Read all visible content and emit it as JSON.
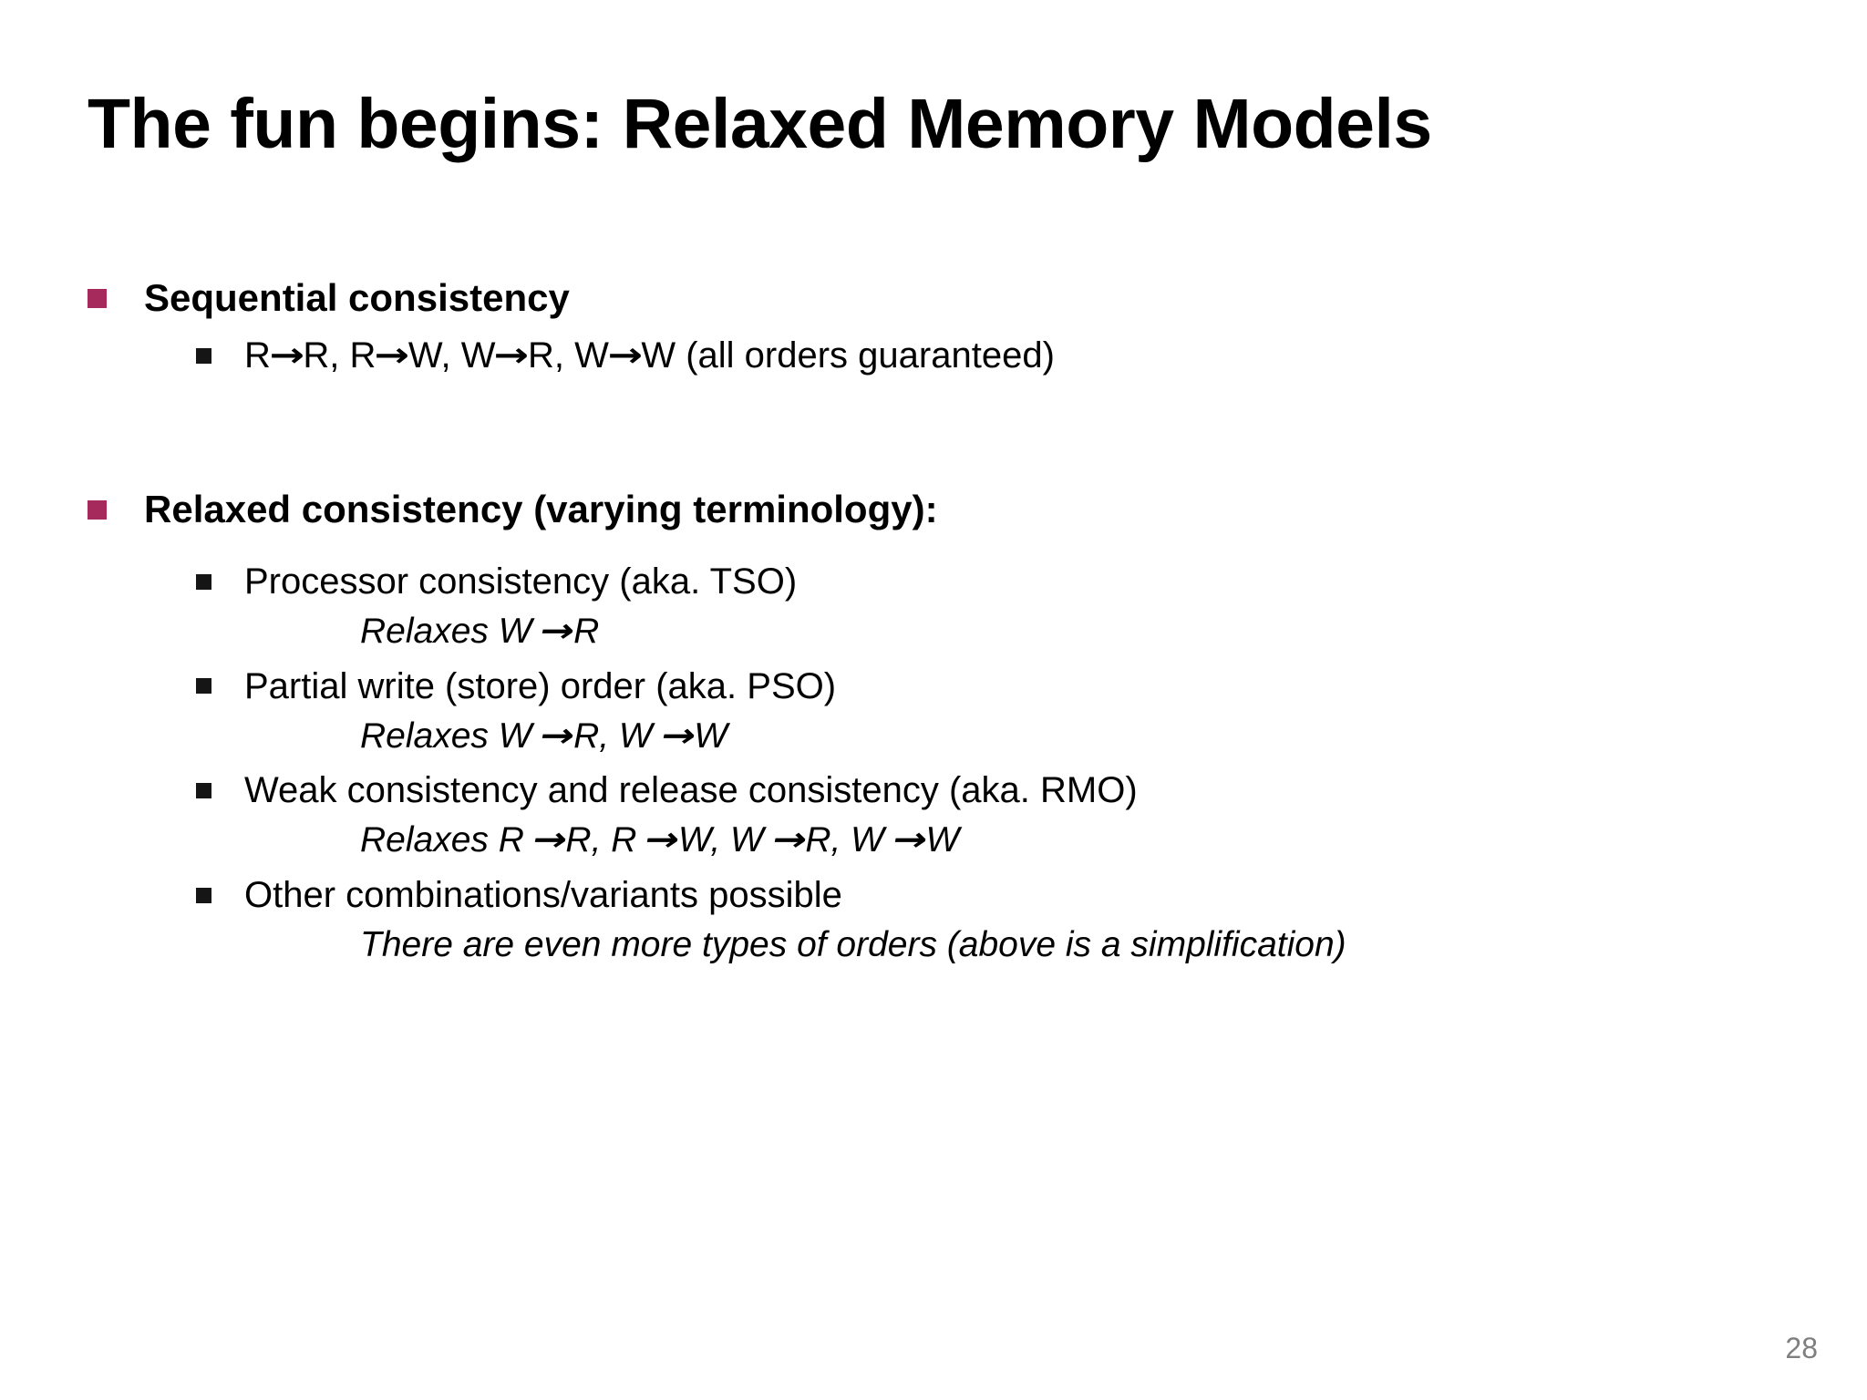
{
  "slide": {
    "title": "The fun begins: Relaxed Memory Models",
    "page_number": "28",
    "accent_color": "#a62a5c",
    "bullet_color": "#151515",
    "page_number_color": "#7f7f7f",
    "background_color": "#ffffff"
  },
  "sections": [
    {
      "heading": "Sequential consistency",
      "marker": "square-bullet-maroon",
      "items": [
        {
          "marker": "square-bullet-black",
          "pre": "R",
          "text_parts": [
            "R",
            "R, R",
            "W, W",
            "R, W",
            "W (all orders guaranteed)"
          ],
          "full": "R→R, R→W, W→R, W→W (all orders guaranteed)"
        }
      ]
    },
    {
      "heading": "Relaxed consistency (varying terminology):",
      "marker": "square-bullet-maroon",
      "items": [
        {
          "marker": "square-bullet-black",
          "full": "Processor consistency (aka. TSO)",
          "note": "Relaxes W →R"
        },
        {
          "marker": "square-bullet-black",
          "full": "Partial write (store) order (aka. PSO)",
          "note": "Relaxes W →R, W →W"
        },
        {
          "marker": "square-bullet-black",
          "full": "Weak consistency and release consistency (aka. RMO)",
          "note": "Relaxes R →R, R →W, W →R, W →W"
        },
        {
          "marker": "square-bullet-black",
          "full": "Other combinations/variants possible",
          "note": "There are even more types of orders (above is a simplification)"
        }
      ]
    }
  ]
}
